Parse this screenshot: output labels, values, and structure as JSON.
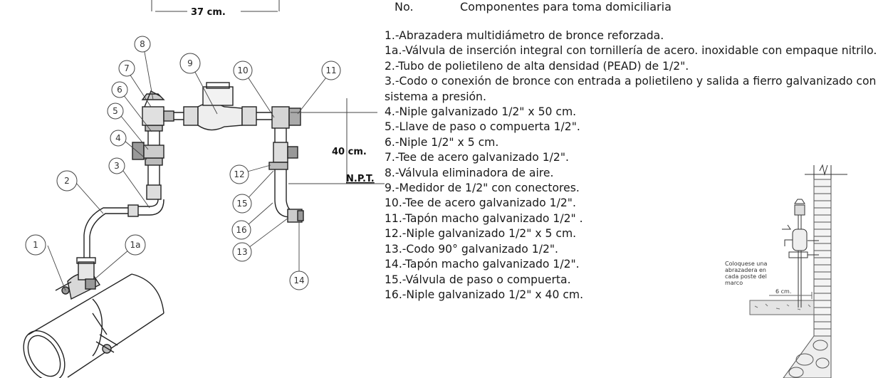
{
  "legend": {
    "header_no": "No.",
    "header_title": "Componentes para toma domiciliaria",
    "items": [
      "1.-Abrazadera multidiámetro de bronce reforzada.",
      "1a.-Válvula de inserción integral con tornillería de acero. inoxidable con empaque nitrilo.",
      "2.-Tubo de polietileno de alta densidad (PEAD) de 1/2\".",
      "3.-Codo o conexión de bronce con entrada a polietileno y salida a fierro galvanizado con sistema a presión.",
      "4.-Niple galvanizado 1/2\" x 50 cm.",
      "5.-Llave de paso o compuerta 1/2\".",
      "6.-Niple 1/2\" x 5 cm.",
      "7.-Tee de acero galvanizado  1/2\".",
      "8.-Válvula eliminadora de aire.",
      "9.-Medidor de 1/2\" con conectores.",
      "10.-Tee de acero galvanizado  1/2\".",
      "11.-Tapón macho galvanizado  1/2\" .",
      "12.-Niple galvanizado  1/2\" x 5 cm.",
      "13.-Codo 90° galvanizado 1/2\".",
      "14.-Tapón macho galvanizado  1/2\".",
      "15.-Válvula de paso o compuerta.",
      "16.-Niple galvanizado 1/2\" x 40 cm."
    ]
  },
  "dimensions": {
    "width": "37 cm.",
    "height": "40 cm.",
    "floor": "N.P.T.",
    "offset": "6 cm."
  },
  "callouts": [
    "1",
    "1a",
    "2",
    "3",
    "4",
    "5",
    "6",
    "7",
    "8",
    "9",
    "10",
    "11",
    "12",
    "13",
    "14",
    "15",
    "16"
  ],
  "note": {
    "line1": "Coloquese una",
    "line2": "abrazadera en",
    "line3": "cada poste del",
    "line4": "marco"
  }
}
